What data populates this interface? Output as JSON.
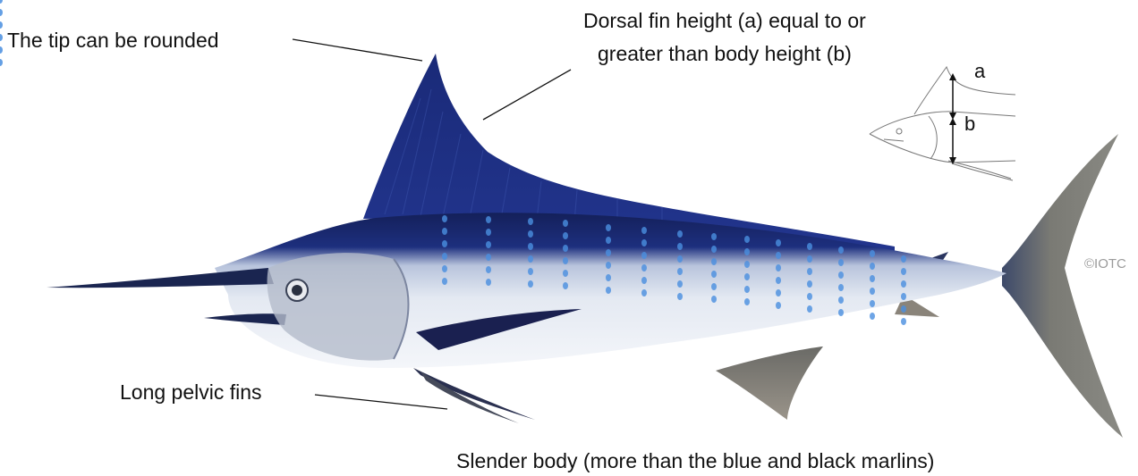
{
  "annotations": {
    "tip": "The tip can be rounded",
    "dorsal_line1": "Dorsal fin height (a) equal to or",
    "dorsal_line2": "greater than body height (b)",
    "pelvic": "Long pelvic fins",
    "slender": "Slender body (more than the blue and black marlins)"
  },
  "inset": {
    "label_a": "a",
    "label_b": "b"
  },
  "copyright": "©IOTC",
  "colors": {
    "dorsal": "#1a2a7a",
    "back": "#16245e",
    "belly": "#eef1f7",
    "spots": "#4a8fe0",
    "tail": "#6a6a66",
    "text": "#111111"
  }
}
